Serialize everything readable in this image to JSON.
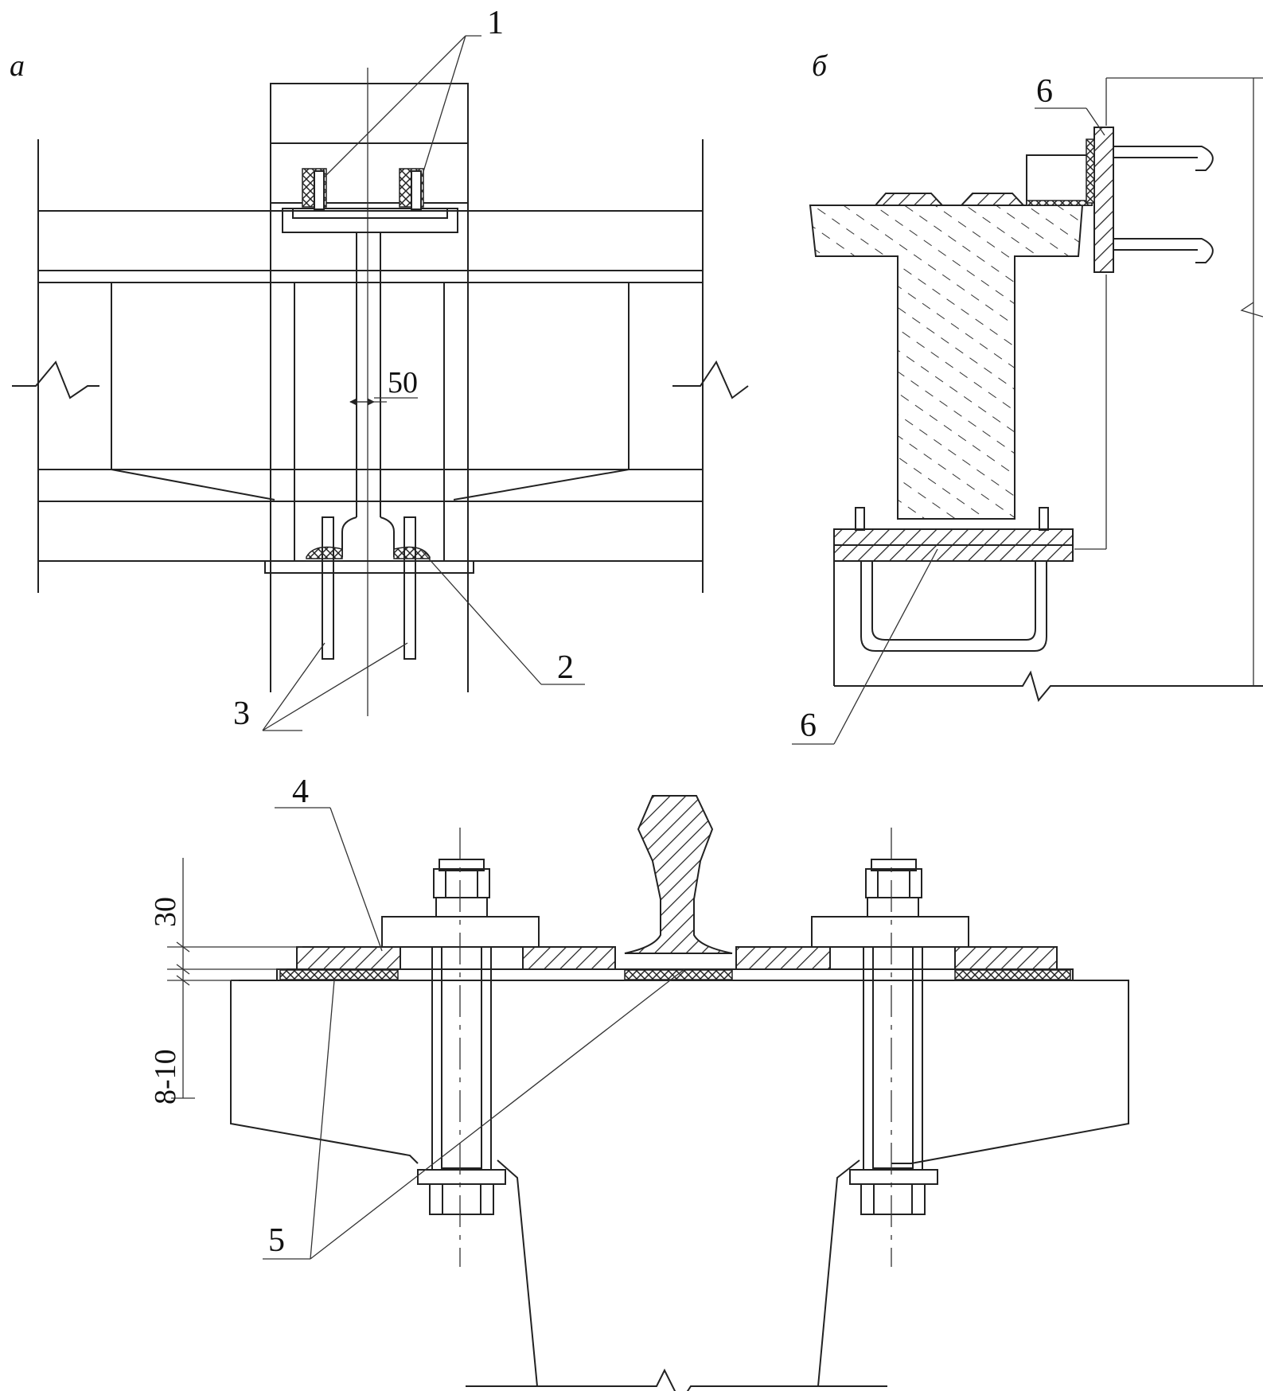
{
  "figure_labels": {
    "view_a": "а",
    "view_b": "б"
  },
  "callouts": {
    "c1": "1",
    "c2": "2",
    "c3": "3",
    "c4": "4",
    "c5": "5",
    "c6_top": "6",
    "c6_bottom": "6"
  },
  "dimensions": {
    "gap": "50",
    "pad_thickness": "30",
    "grout": "8-10"
  }
}
